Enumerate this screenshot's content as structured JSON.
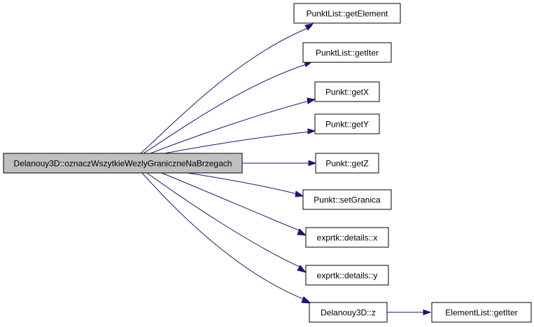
{
  "colors": {
    "root_fill": "#bfbfbf",
    "node_fill": "#ffffff",
    "node_border": "#000000",
    "edge": "#191970"
  },
  "nodes": {
    "root": "Delanouy3D::oznaczWszytkieWezlyGraniczneNaBrzegach",
    "punktlist_getelement": "PunktList::getElement",
    "punktlist_getiter": "PunktList::getIter",
    "punkt_getx": "Punkt::getX",
    "punkt_gety": "Punkt::getY",
    "punkt_getz": "Punkt::getZ",
    "punkt_setgranica": "Punkt::setGranica",
    "exprtk_details_x": "exprtk::details::x",
    "exprtk_details_y": "exprtk::details::y",
    "delanouy3d_z": "Delanouy3D::z",
    "elementlist_getiter": "ElementList::getIter"
  },
  "edges": [
    [
      "root",
      "punktlist_getelement"
    ],
    [
      "root",
      "punktlist_getiter"
    ],
    [
      "root",
      "punkt_getx"
    ],
    [
      "root",
      "punkt_gety"
    ],
    [
      "root",
      "punkt_getz"
    ],
    [
      "root",
      "punkt_setgranica"
    ],
    [
      "root",
      "exprtk_details_x"
    ],
    [
      "root",
      "exprtk_details_y"
    ],
    [
      "root",
      "delanouy3d_z"
    ],
    [
      "delanouy3d_z",
      "elementlist_getiter"
    ]
  ]
}
